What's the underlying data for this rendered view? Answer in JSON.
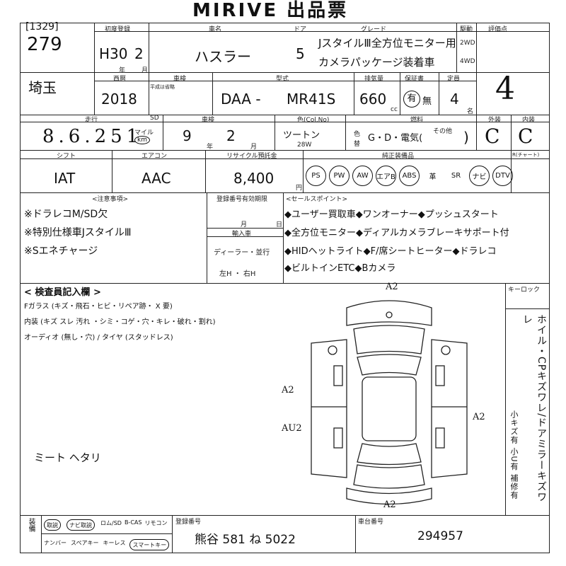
{
  "header": {
    "title": "MIRIVE 出品票"
  },
  "lot": {
    "bracket_no": "[1329]",
    "number": "279",
    "region": "埼玉"
  },
  "labels": {
    "first_reg": "初度登録",
    "car_name": "車名",
    "doors": "ドア",
    "grade": "グレード",
    "drive": "駆動",
    "score": "評価点",
    "year_unit": "年",
    "month_unit": "月",
    "seireki": "西暦",
    "shaken": "車検",
    "shaken_sub": "平成は省略",
    "katashiki": "型式",
    "displacement": "排気量",
    "warranty": "保証書",
    "capacity": "定員",
    "mileage": "走行",
    "sd": "SD",
    "chassis": "車検",
    "color": "色(Col.No)",
    "fuel": "燃料",
    "exterior": "外装",
    "interior": "内装",
    "shift": "シフト",
    "aircon": "エアコン",
    "recycle": "リサイクル預託金",
    "equipment": "純正装備品",
    "rechart": "R(チャート)",
    "notes_title": "<注意事項>",
    "reg_expiry": "登録番号有効期限",
    "import": "輸入車",
    "dealer": "ディーラー・並行",
    "handle": "左H ・ 右H",
    "sales_title": "<セールスポイント>",
    "inspector_title": "< 検査員記入欄 >",
    "key": "キーロック",
    "bottom_label": "装備",
    "plate_label": "登録番号",
    "chassis_no_label": "車台番号",
    "cc": "cc",
    "person": "名",
    "yen": "円",
    "color_char1": "色",
    "color_char2": "替",
    "mileage_unit": "マイル",
    "km": "km"
  },
  "vehicle": {
    "era": "H30",
    "month": "2",
    "name": "ハスラー",
    "doors": "5",
    "grade_line1": "JスタイルⅢ全方位モニター用",
    "grade_line2": "カメラパッケージ装着車",
    "drive_2wd": "2WD",
    "drive_4wd": "4WD",
    "score": "4",
    "year": "2018",
    "model_prefix": "DAA -",
    "model": "MR41S",
    "displacement": "660",
    "warranty_yes": "有",
    "warranty_no": "無",
    "capacity": "4",
    "mileage": "8.6.251",
    "shaken_year": "9",
    "shaken_month": "2",
    "color": "ツートン",
    "color_code": "28W",
    "fuel": "G・D・電気(",
    "fuel_other": "その他",
    "fuel_close": ")",
    "exterior": "C",
    "interior": "C",
    "shift": "IAT",
    "aircon": "AAC",
    "recycle": "8,400"
  },
  "equipment": [
    "PS",
    "PW",
    "AW",
    "エアB",
    "ABS",
    "革",
    "SR",
    "ナビ",
    "DTV"
  ],
  "notes": [
    "※ドラレコM/SD欠",
    "※特別仕様車JスタイルⅢ",
    "※Sエネチャージ"
  ],
  "sales_points": [
    "◆ユーザー買取車◆ワンオーナー◆プッシュスタート",
    "◆全方位モニター◆ディアルカメラブレーキサポート付",
    "◆HIDヘットライト◆F/席シートヒーター◆ドラレコ",
    "◆ビルトインETC◆Bカメラ"
  ],
  "reg_month": "月",
  "reg_day": "日",
  "inspector": {
    "line1": "Fガラス (キズ・飛石・ヒビ・リペア跡・ X 要)",
    "line2": "内装 (キズ スレ 汚れ ・シミ・コゲ・穴・キレ・破れ・割れ)",
    "line3": "オーディオ (無し・穴) / タイヤ (スタッドレス)",
    "handnote": "ミート ヘタリ"
  },
  "damage": {
    "top": "A2",
    "bottom": "A2",
    "left1": "A2",
    "left2": "AU2",
    "right": "A2"
  },
  "side_note": "ホイル・CPキズワレ/ドアミラーキズワレ",
  "side_note2": "小キズ有 小U有 補修有",
  "bottom": {
    "items_row1": [
      "取説",
      "ナビ取説",
      "ロム/SD",
      "B-CAS",
      "リモコン"
    ],
    "items_row2": [
      "ナンバー",
      "スペアキー",
      "キーレス",
      "スマートキー"
    ],
    "plate": "熊谷 581 ね 5022",
    "chassis_no": "294957"
  }
}
